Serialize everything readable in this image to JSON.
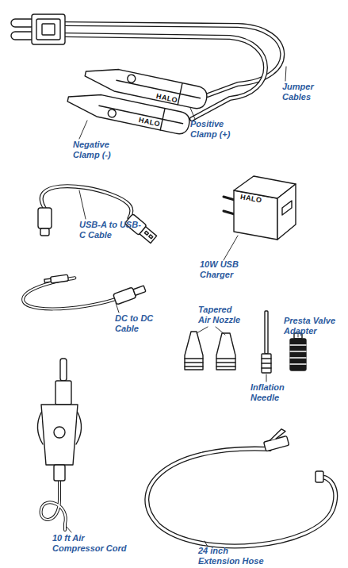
{
  "diagram": {
    "labels": [
      "Jumper Cables",
      "HALO",
      "HALO",
      "Positive Clamp (+)",
      "Negative Clamp (-)",
      "USB-A to USB-C Cable",
      "HALO",
      "10W USB Charger",
      "DC to DC Cable",
      "Tapered Air Nozzle",
      "Presta Valve Adapter",
      "Inflation Needle",
      "10 ft Air Compressor Cord",
      "24 inch Extension Hose"
    ]
  }
}
